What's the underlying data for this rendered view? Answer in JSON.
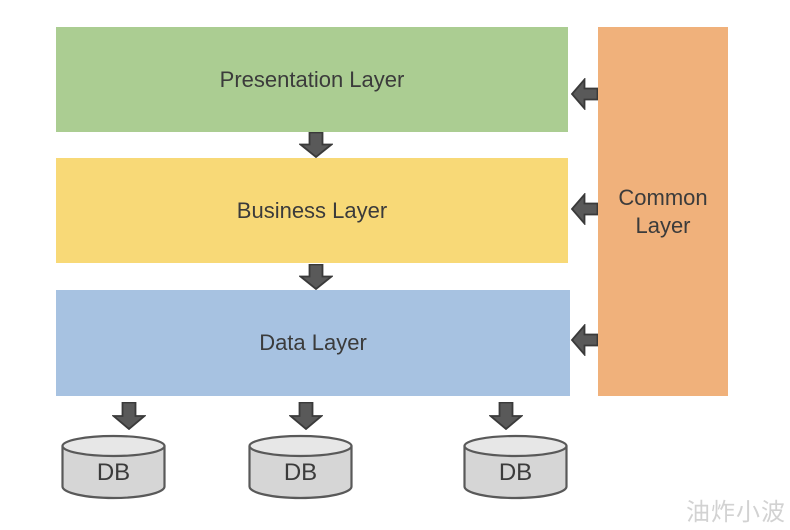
{
  "diagram": {
    "layers": [
      {
        "label": "Presentation Layer",
        "color": "#abcd92"
      },
      {
        "label": "Business Layer",
        "color": "#f8d977"
      },
      {
        "label": "Data Layer",
        "color": "#a7c2e1"
      }
    ],
    "common_layer": {
      "label": "Common Layer",
      "color": "#f0b17b"
    },
    "databases": [
      {
        "label": "DB"
      },
      {
        "label": "DB"
      },
      {
        "label": "DB"
      }
    ],
    "colors": {
      "arrow_fill": "#595959",
      "arrow_border": "#3a3a3a",
      "label_text": "#3b3b3b",
      "db_body": "#d6d6d6",
      "db_top": "#e7e7e7",
      "db_border": "#595959",
      "watermark_text": "#d2d2d2"
    },
    "watermark": "油炸小波"
  }
}
